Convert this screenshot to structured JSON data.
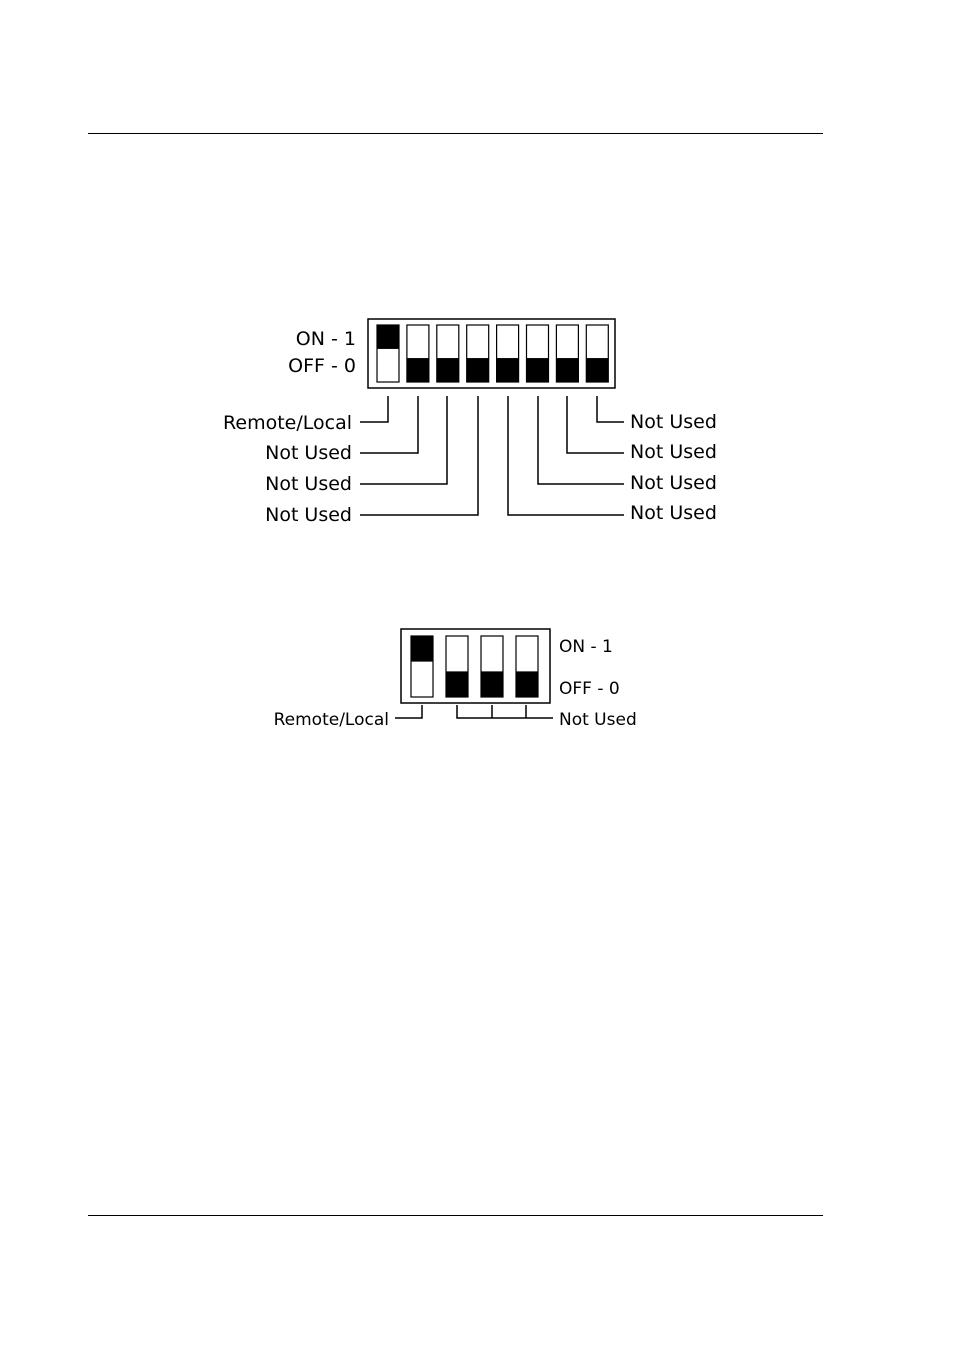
{
  "diagram_8": {
    "on_label": "ON - 1",
    "off_label": "OFF - 0",
    "switches": [
      {
        "position": "on"
      },
      {
        "position": "off"
      },
      {
        "position": "off"
      },
      {
        "position": "off"
      },
      {
        "position": "off"
      },
      {
        "position": "off"
      },
      {
        "position": "off"
      },
      {
        "position": "off"
      }
    ],
    "left_labels": [
      "Remote/Local",
      "Not Used",
      "Not Used",
      "Not Used"
    ],
    "right_labels": [
      "Not Used",
      "Not Used",
      "Not Used",
      "Not Used"
    ]
  },
  "diagram_4": {
    "on_label": "ON - 1",
    "off_label": "OFF - 0",
    "switches": [
      {
        "position": "on"
      },
      {
        "position": "off"
      },
      {
        "position": "off"
      },
      {
        "position": "off"
      }
    ],
    "left_label": "Remote/Local",
    "right_label": "Not Used"
  }
}
